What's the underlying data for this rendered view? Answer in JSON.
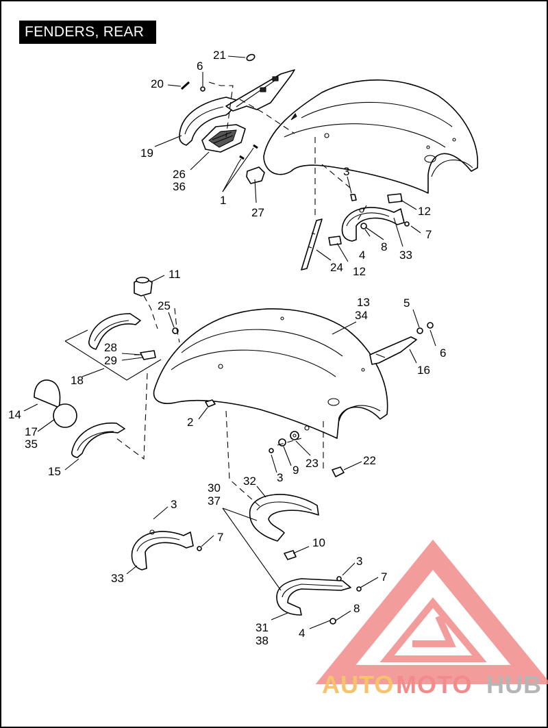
{
  "diagram": {
    "title": "FENDERS, REAR",
    "callouts": {
      "c1": "1",
      "c2": "2",
      "c3a": "3",
      "c3b": "3",
      "c3c": "3",
      "c3d": "3",
      "c4a": "4",
      "c4b": "4",
      "c5": "5",
      "c6a": "6",
      "c6b": "6",
      "c7a": "7",
      "c7b": "7",
      "c7c": "7",
      "c8a": "8",
      "c8b": "8",
      "c9": "9",
      "c10": "10",
      "c11": "11",
      "c12a": "12",
      "c12b": "12",
      "c13": "13",
      "c34": "34",
      "c14": "14",
      "c15": "15",
      "c16": "16",
      "c17": "17",
      "c35": "35",
      "c18": "18",
      "c19": "19",
      "c20": "20",
      "c21": "21",
      "c22": "22",
      "c23": "23",
      "c24": "24",
      "c25": "25",
      "c26": "26",
      "c36": "36",
      "c27": "27",
      "c28": "28",
      "c29": "29",
      "c30": "30",
      "c37": "37",
      "c31": "31",
      "c38": "38",
      "c32": "32",
      "c33a": "33",
      "c33b": "33"
    },
    "watermark": {
      "part_a": "AUTO",
      "part_b": "MOTO",
      "part_c": "HUB",
      "color_a": "#F6C26B",
      "color_b": "#F28B8B",
      "color_c": "#B5B5B5"
    }
  }
}
